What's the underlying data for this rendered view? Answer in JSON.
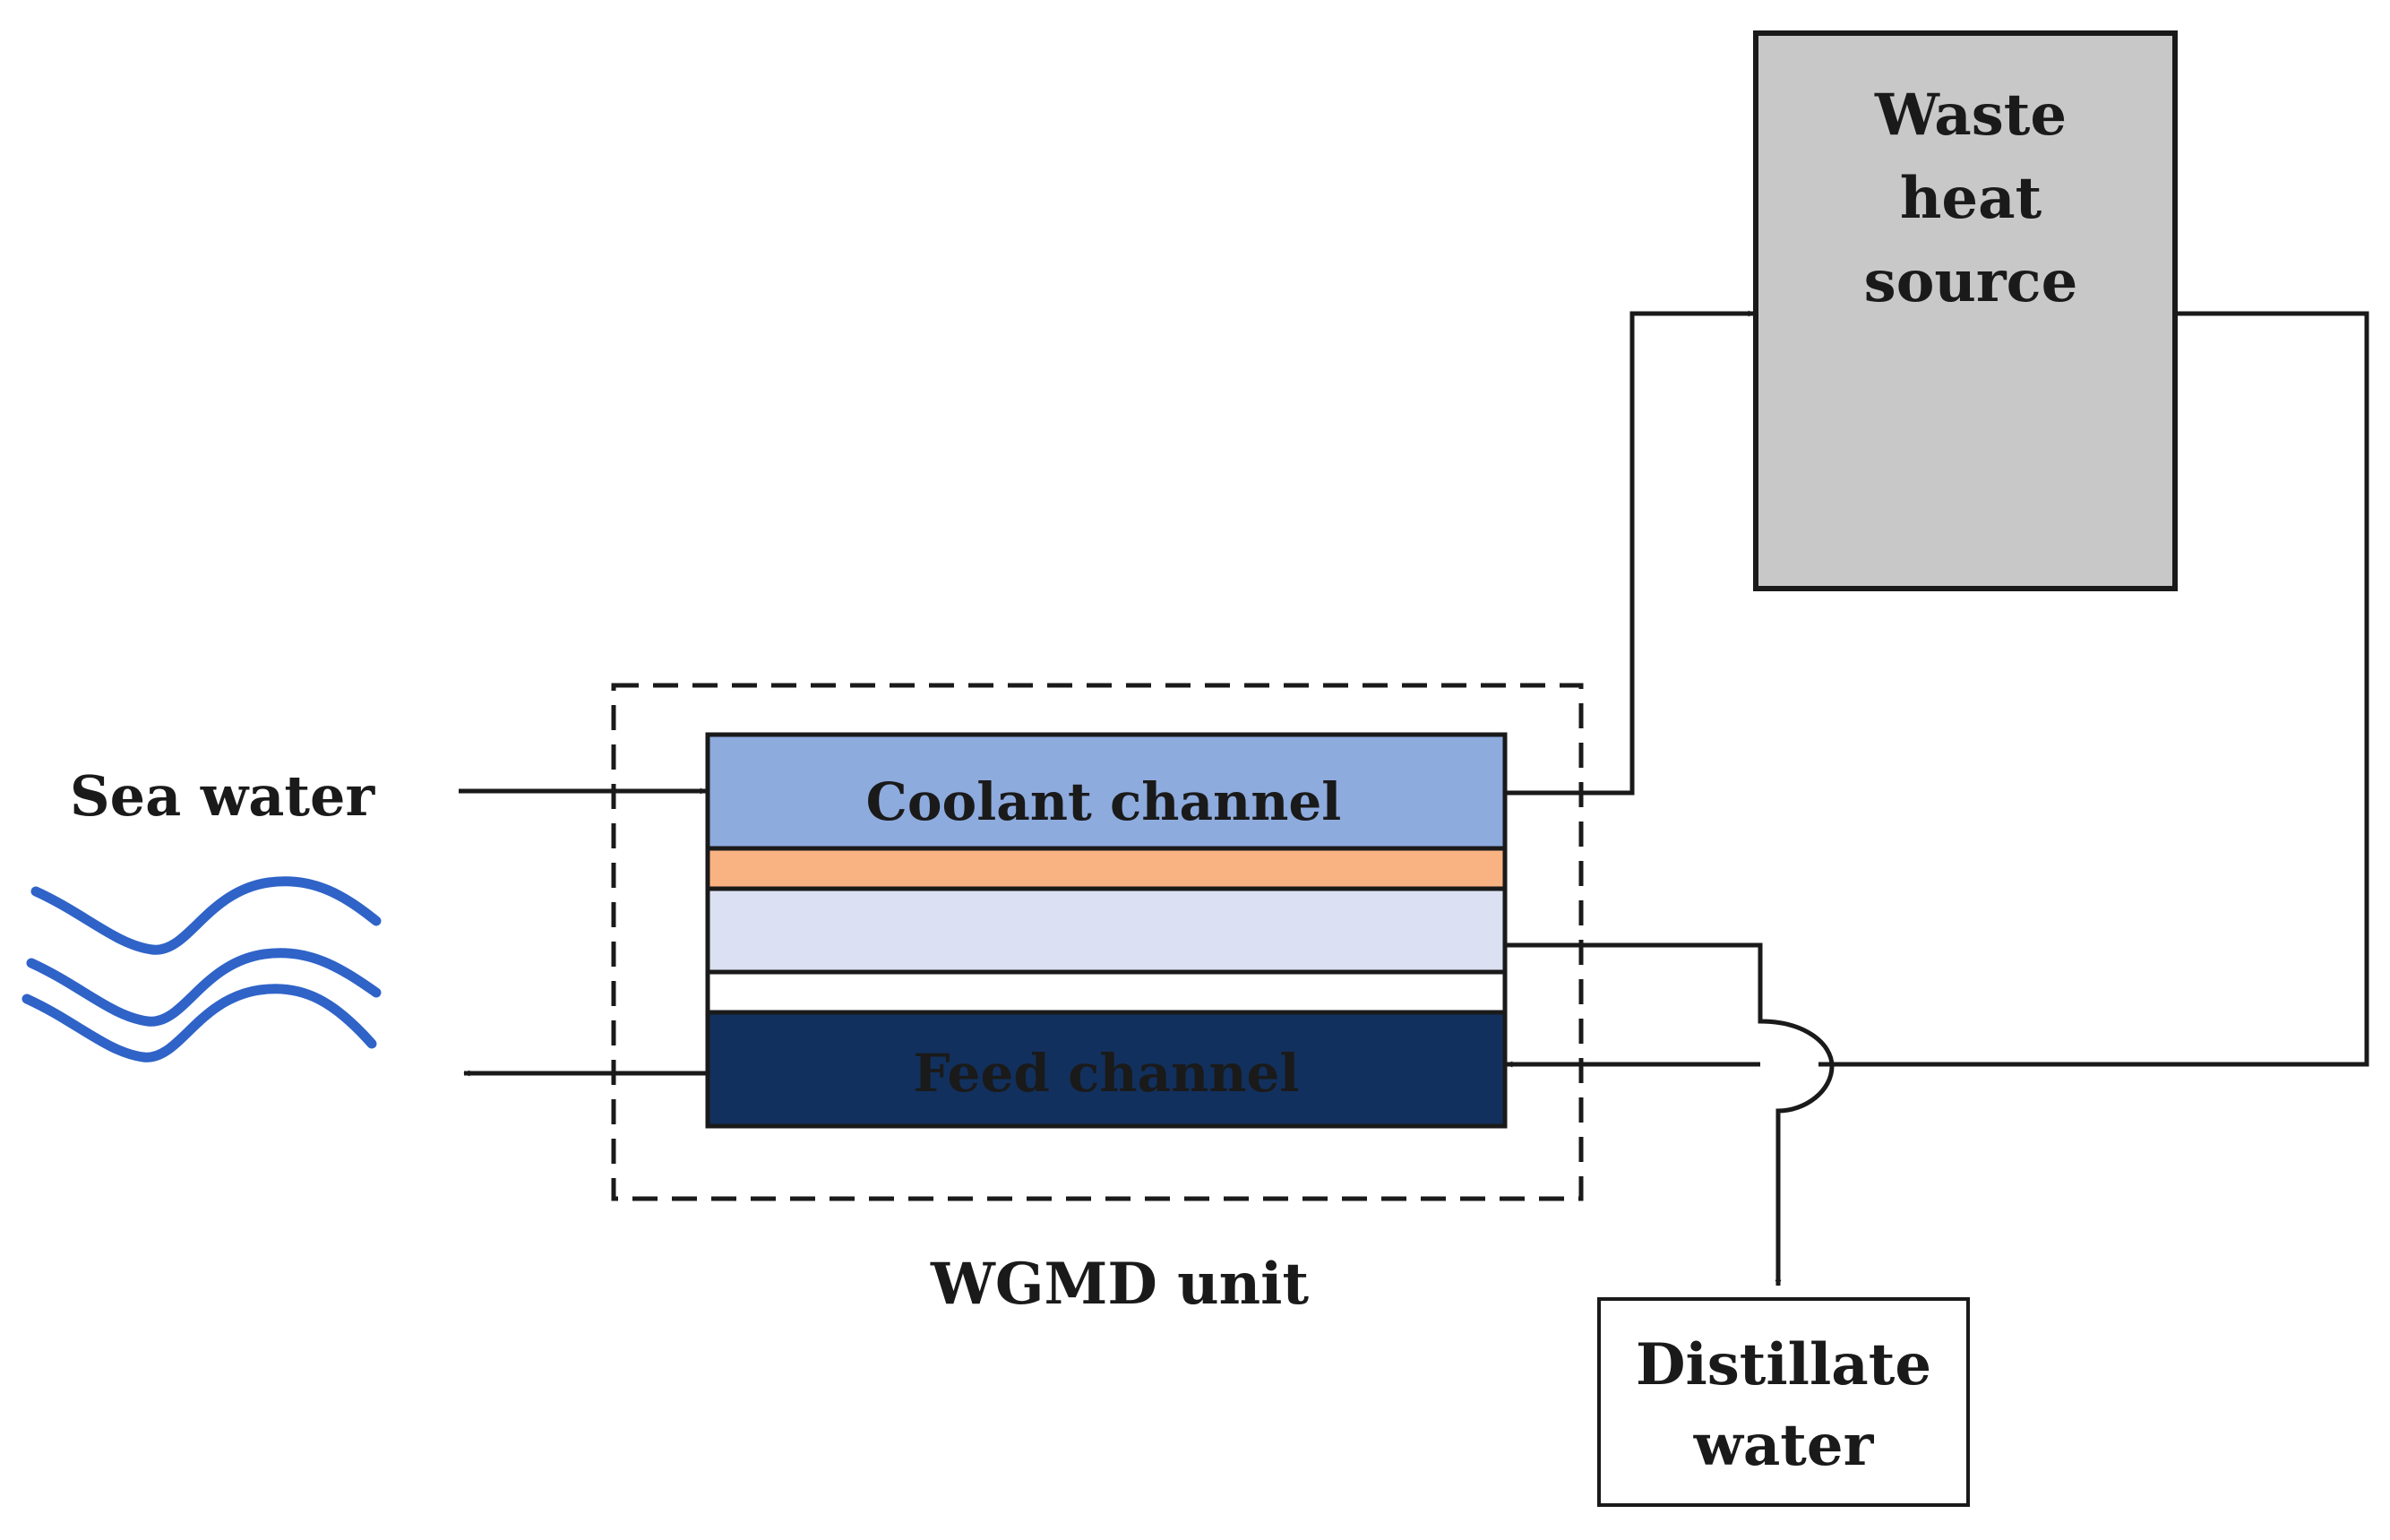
{
  "labels": {
    "sea_water": "Sea water",
    "coolant_channel": "Coolant channel",
    "feed_channel": "Feed channel",
    "wgmd_unit": "WGMD unit",
    "waste_heat_line1": "Waste",
    "waste_heat_line2": "heat",
    "waste_heat_line3": "source",
    "distillate_line1": "Distillate",
    "distillate_line2": "water"
  },
  "colors": {
    "coolant": "#8eabde",
    "membrane": "#f9b382",
    "air_gap": "#dbe1f2",
    "condensing_plate": "#ffffff",
    "feed": "#12305d",
    "waste_heat_box": "#c8c8c8",
    "waves": "#2f63c8",
    "lines": "#1a1a1a"
  }
}
